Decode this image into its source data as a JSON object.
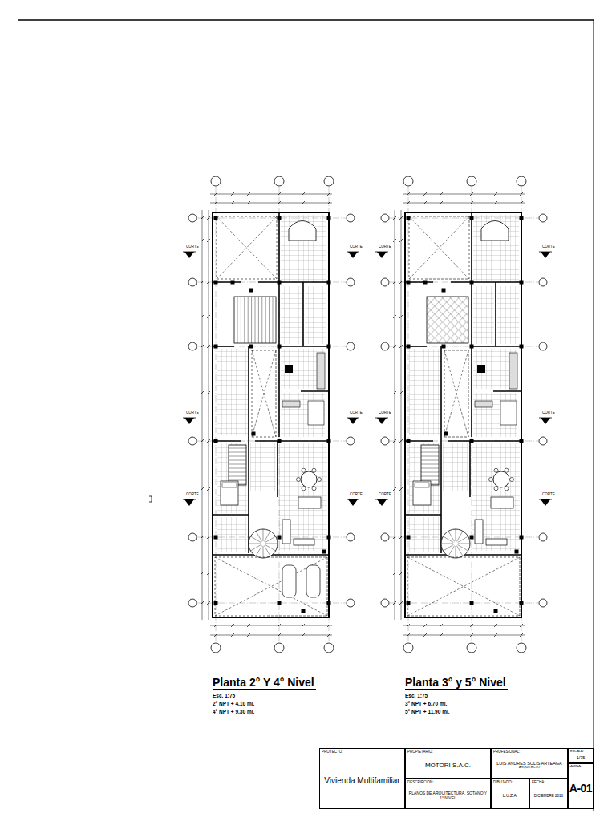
{
  "diagram": {
    "nodes": [
      {
        "text": [
          "PROYECTO:",
          "Vivienda Multifamiliar"
        ]
      },
      {
        "text": [
          "PROPIETARIO:",
          "MOTORI S.A.C."
        ]
      },
      {
        "text": [
          "PROFESIONAL:",
          "LUIS ANDRES SOLIS ARTEAGA",
          "ARQUITECTO"
        ]
      },
      {
        "text": [
          "ESCALA:",
          "1/75"
        ]
      },
      {
        "text": [
          "LAMINA:",
          "A-01"
        ]
      },
      {
        "text": [
          "DESCRIPCION:",
          "PLANOS DE ARQUITECTURA, SOTANO Y 1° NIVEL"
        ]
      },
      {
        "text": [
          "DIBUJADO:",
          "L.U.Z.A."
        ]
      },
      {
        "text": [
          "FECHA:",
          "DICIEMBRE 2016"
        ]
      }
    ],
    "labels": [
      "Planta 2° Y 4° Nivel",
      "Esc. 1:75",
      "2° NPT + 4.10 ml.",
      "4° NPT + 9.30 ml.",
      "Planta 3° y 5° Nivel",
      "Esc. 1:75",
      "3° NPT + 6.70 ml.",
      "5° NPT + 11.90 ml.",
      "CORTE",
      "CORTE",
      "CORTE",
      "CORTE",
      "CORTE",
      "CORTE",
      "CORTE",
      "CORTE",
      "CORTE",
      "CORTE",
      "CORTE",
      "CORTE"
    ]
  }
}
